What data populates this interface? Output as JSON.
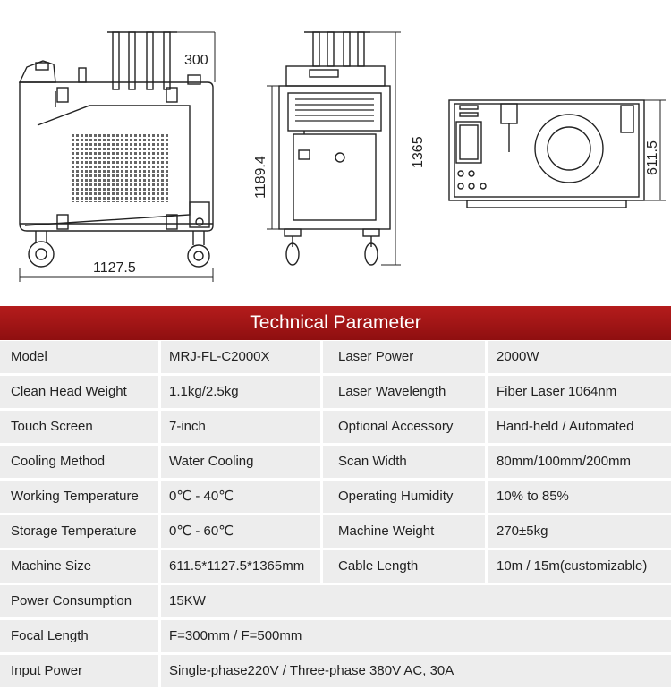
{
  "drawing": {
    "dims": {
      "side_height": "300",
      "side_width": "1127.5",
      "front_height_inner": "1189.4",
      "front_height_total": "1365",
      "top_depth": "611.5"
    }
  },
  "table": {
    "title": "Technical Parameter",
    "rows": [
      {
        "l1": "Model",
        "v1": "MRJ-FL-C2000X",
        "l2": "Laser Power",
        "v2": "2000W"
      },
      {
        "l1": "Clean Head Weight",
        "v1": "1.1kg/2.5kg",
        "l2": "Laser Wavelength",
        "v2": "Fiber Laser 1064nm"
      },
      {
        "l1": "Touch Screen",
        "v1": "7-inch",
        "l2": "Optional Accessory",
        "v2": "Hand-held / Automated"
      },
      {
        "l1": "Cooling Method",
        "v1": "Water Cooling",
        "l2": "Scan Width",
        "v2": "80mm/100mm/200mm"
      },
      {
        "l1": "Working Temperature",
        "v1": "0℃ - 40℃",
        "l2": "Operating Humidity",
        "v2": "10% to 85%"
      },
      {
        "l1": "Storage Temperature",
        "v1": "0℃ - 60℃",
        "l2": "Machine Weight",
        "v2": "270±5kg"
      },
      {
        "l1": "Machine Size",
        "v1": "611.5*1127.5*1365mm",
        "l2": "Cable Length",
        "v2": "10m / 15m(customizable)"
      }
    ],
    "wide_rows": [
      {
        "label": "Power Consumption",
        "value": "15KW"
      },
      {
        "label": "Focal Length",
        "value": "F=300mm / F=500mm"
      },
      {
        "label": "Input Power",
        "value": "Single-phase220V / Three-phase 380V AC, 30A"
      }
    ]
  }
}
